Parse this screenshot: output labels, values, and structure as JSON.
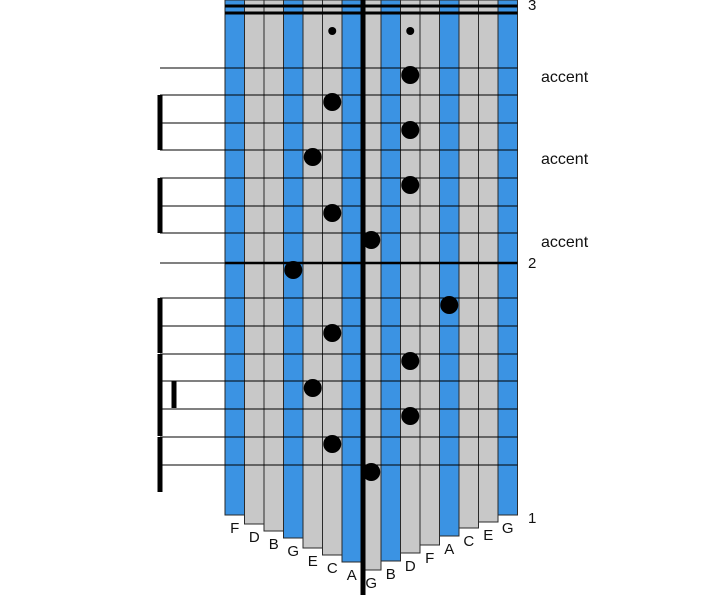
{
  "tines": [
    {
      "note": "F",
      "color": "blue"
    },
    {
      "note": "D",
      "color": "gray"
    },
    {
      "note": "B",
      "color": "gray"
    },
    {
      "note": "G",
      "color": "blue"
    },
    {
      "note": "E",
      "color": "gray"
    },
    {
      "note": "C",
      "color": "gray"
    },
    {
      "note": "A",
      "color": "blue"
    },
    {
      "note": "G",
      "color": "gray"
    },
    {
      "note": "B",
      "color": "blue"
    },
    {
      "note": "D",
      "color": "gray"
    },
    {
      "note": "F",
      "color": "gray"
    },
    {
      "note": "A",
      "color": "blue"
    },
    {
      "note": "C",
      "color": "gray"
    },
    {
      "note": "E",
      "color": "gray"
    },
    {
      "note": "G",
      "color": "blue"
    }
  ],
  "colors": {
    "blue": "#3b93e3",
    "gray": "#c8c8c8",
    "ink": "#000000"
  },
  "measure_numbers": [
    "3",
    "2",
    "1"
  ],
  "annotations": [
    {
      "text": "accent",
      "row": 1
    },
    {
      "text": "accent",
      "row": 4
    },
    {
      "text": "accent",
      "row": 7
    }
  ],
  "notes": [
    {
      "row": 0,
      "tine": 5,
      "small": true
    },
    {
      "row": 0,
      "tine": 9,
      "small": true
    },
    {
      "row": 1,
      "tine": 9
    },
    {
      "row": 2,
      "tine": 5
    },
    {
      "row": 3,
      "tine": 9
    },
    {
      "row": 4,
      "tine": 4
    },
    {
      "row": 5,
      "tine": 9
    },
    {
      "row": 6,
      "tine": 5
    },
    {
      "row": 7,
      "tine": 7
    },
    {
      "row": 8,
      "tine": 3
    },
    {
      "row": 9,
      "tine": 11
    },
    {
      "row": 10,
      "tine": 5
    },
    {
      "row": 11,
      "tine": 9
    },
    {
      "row": 12,
      "tine": 4
    },
    {
      "row": 13,
      "tine": 9
    },
    {
      "row": 14,
      "tine": 5
    },
    {
      "row": 15,
      "tine": 7
    }
  ],
  "rhythm": [
    {
      "row": 1,
      "type": "single"
    },
    {
      "row": 2,
      "type": "beam-start"
    },
    {
      "row": 3,
      "type": "beam-end"
    },
    {
      "row": 5,
      "type": "beam-start"
    },
    {
      "row": 6,
      "type": "beam-end"
    },
    {
      "row": 8,
      "type": "single"
    },
    {
      "row": 9,
      "type": "beam-start"
    },
    {
      "row": 10,
      "type": "beam-end"
    },
    {
      "row": 11,
      "type": "beam-start"
    },
    {
      "row": 12,
      "type": "beam-double"
    },
    {
      "row": 13,
      "type": "beam-end"
    },
    {
      "row": 14,
      "type": "beam-start"
    },
    {
      "row": 15,
      "type": "beam-end"
    }
  ]
}
